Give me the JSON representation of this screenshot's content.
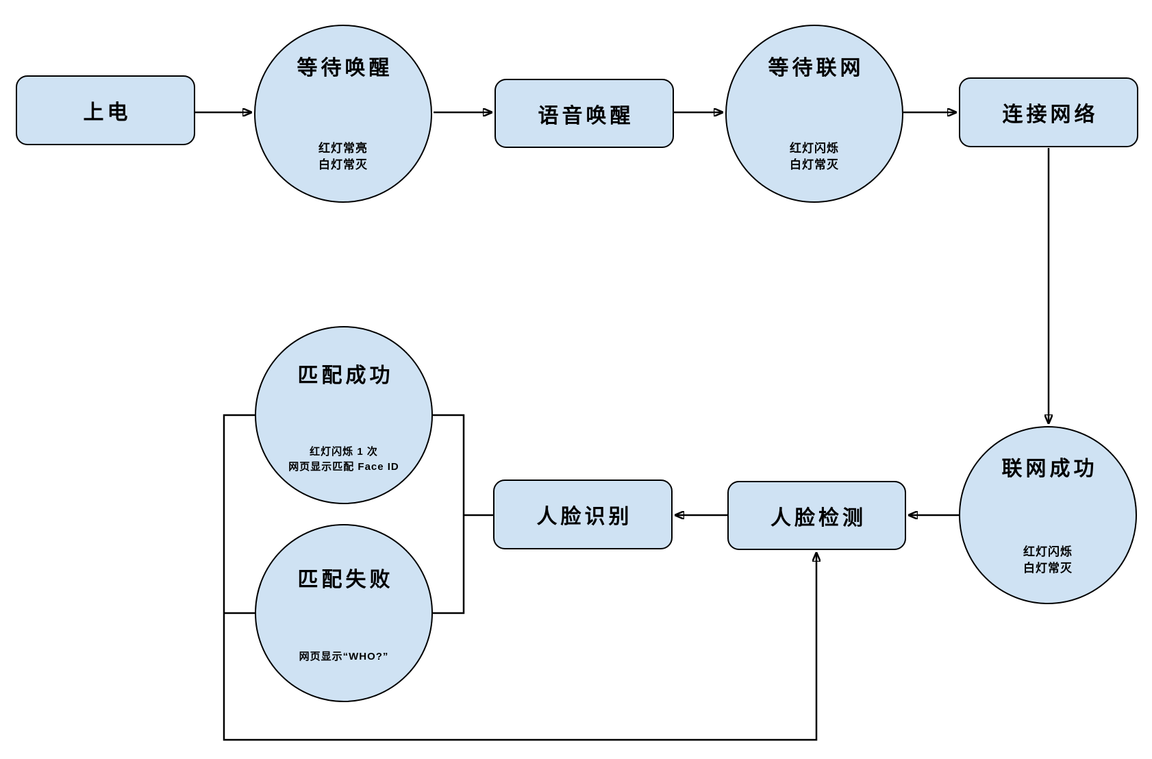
{
  "diagram": {
    "colors": {
      "node_fill": "#cfe2f3",
      "node_border": "#000000",
      "connector": "#000000",
      "text": "#000000",
      "background": "#ffffff"
    },
    "nodes": {
      "power_on": {
        "shape": "rounded-rect",
        "label": "上电"
      },
      "wait_wake": {
        "shape": "circle",
        "label": "等待唤醒",
        "sub": [
          "红灯常亮",
          "白灯常灭"
        ]
      },
      "voice_wake": {
        "shape": "rounded-rect",
        "label": "语音唤醒"
      },
      "wait_network": {
        "shape": "circle",
        "label": "等待联网",
        "sub": [
          "红灯闪烁",
          "白灯常灭"
        ]
      },
      "connect_network": {
        "shape": "rounded-rect",
        "label": "连接网络"
      },
      "network_ok": {
        "shape": "circle",
        "label": "联网成功",
        "sub": [
          "红灯闪烁",
          "白灯常灭"
        ]
      },
      "face_detect": {
        "shape": "rounded-rect",
        "label": "人脸检测"
      },
      "face_recognize": {
        "shape": "rounded-rect",
        "label": "人脸识别"
      },
      "match_success": {
        "shape": "circle",
        "label": "匹配成功",
        "sub": [
          "红灯闪烁 1 次",
          "网页显示匹配 Face ID"
        ]
      },
      "match_fail": {
        "shape": "circle",
        "label": "匹配失败",
        "sub": [
          "网页显示“WHO?”"
        ]
      }
    },
    "edges": [
      {
        "from": "power_on",
        "to": "wait_wake",
        "arrow": true
      },
      {
        "from": "wait_wake",
        "to": "voice_wake",
        "arrow": true
      },
      {
        "from": "voice_wake",
        "to": "wait_network",
        "arrow": true
      },
      {
        "from": "wait_network",
        "to": "connect_network",
        "arrow": true
      },
      {
        "from": "connect_network",
        "to": "network_ok",
        "arrow": true
      },
      {
        "from": "network_ok",
        "to": "face_detect",
        "arrow": true
      },
      {
        "from": "face_detect",
        "to": "face_recognize",
        "arrow": true
      },
      {
        "from": "face_recognize",
        "to": "match_success",
        "arrow": false
      },
      {
        "from": "face_recognize",
        "to": "match_fail",
        "arrow": false
      },
      {
        "from": "match_success",
        "to": "face_detect",
        "arrow": true
      },
      {
        "from": "match_fail",
        "to": "face_detect",
        "arrow": true
      }
    ]
  }
}
